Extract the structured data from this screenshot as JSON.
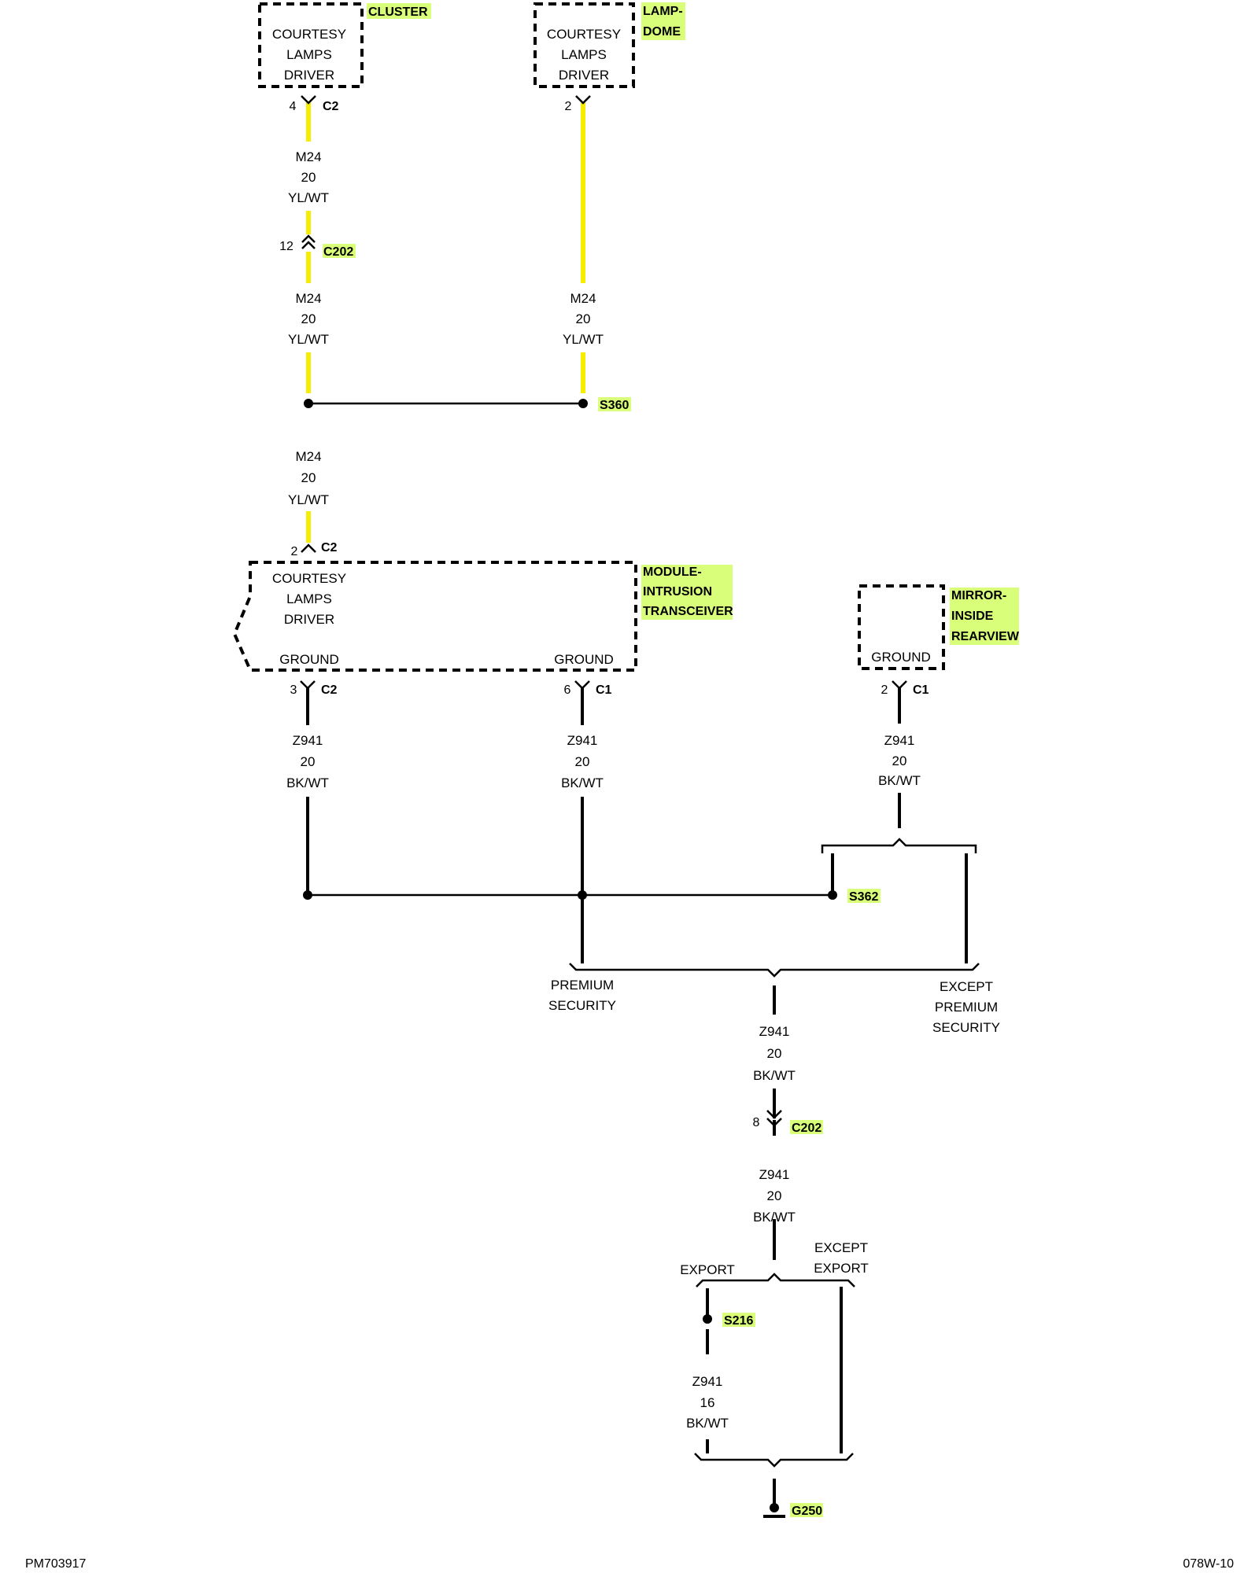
{
  "diagram_id": "PM703917",
  "page_code": "078W-10",
  "components": {
    "cluster": {
      "name": "CLUSTER",
      "l1": "COURTESY",
      "l2": "LAMPS",
      "l3": "DRIVER",
      "pin": "4",
      "conn": "C2"
    },
    "lamp_dome": {
      "name1": "LAMP-",
      "name2": "DOME",
      "l1": "COURTESY",
      "l2": "LAMPS",
      "l3": "DRIVER",
      "pin": "2"
    },
    "module": {
      "name1": "MODULE-",
      "name2": "INTRUSION",
      "name3": "TRANSCEIVER",
      "l1": "COURTESY",
      "l2": "LAMPS",
      "l3": "DRIVER",
      "ground_left": "GROUND",
      "ground_right": "GROUND",
      "top_pin": "2",
      "top_conn": "C2",
      "g1_pin": "3",
      "g1_conn": "C2",
      "g2_pin": "6",
      "g2_conn": "C1"
    },
    "mirror": {
      "name1": "MIRROR-",
      "name2": "INSIDE",
      "name3": "REARVIEW",
      "ground": "GROUND",
      "pin": "2",
      "conn": "C1"
    }
  },
  "wires": {
    "m24_a": {
      "circuit": "M24",
      "gauge": "20",
      "color": "YL/WT"
    },
    "m24_b": {
      "circuit": "M24",
      "gauge": "20",
      "color": "YL/WT"
    },
    "m24_c": {
      "circuit": "M24",
      "gauge": "20",
      "color": "YL/WT"
    },
    "m24_d": {
      "circuit": "M24",
      "gauge": "20",
      "color": "YL/WT"
    },
    "z941_a": {
      "circuit": "Z941",
      "gauge": "20",
      "color": "BK/WT"
    },
    "z941_b": {
      "circuit": "Z941",
      "gauge": "20",
      "color": "BK/WT"
    },
    "z941_c": {
      "circuit": "Z941",
      "gauge": "20",
      "color": "BK/WT"
    },
    "z941_d": {
      "circuit": "Z941",
      "gauge": "20",
      "color": "BK/WT"
    },
    "z941_e": {
      "circuit": "Z941",
      "gauge": "20",
      "color": "BK/WT"
    },
    "z941_f": {
      "circuit": "Z941",
      "gauge": "16",
      "color": "BK/WT"
    }
  },
  "connectors": {
    "c202_top": {
      "name": "C202",
      "pin": "12"
    },
    "c202_bottom": {
      "name": "C202",
      "pin": "8"
    }
  },
  "splices": {
    "s360": "S360",
    "s362": "S362",
    "s216": "S216"
  },
  "ground": "G250",
  "options": {
    "premium_l1": "PREMIUM",
    "premium_l2": "SECURITY",
    "except_l1": "EXCEPT",
    "except_l2": "PREMIUM",
    "except_l3": "SECURITY",
    "export": "EXPORT",
    "except_export_l1": "EXCEPT",
    "except_export_l2": "EXPORT"
  },
  "colors": {
    "yellow_wire": "#f6ee00",
    "black_wire": "#000000",
    "highlight": "#d9ff7a"
  }
}
